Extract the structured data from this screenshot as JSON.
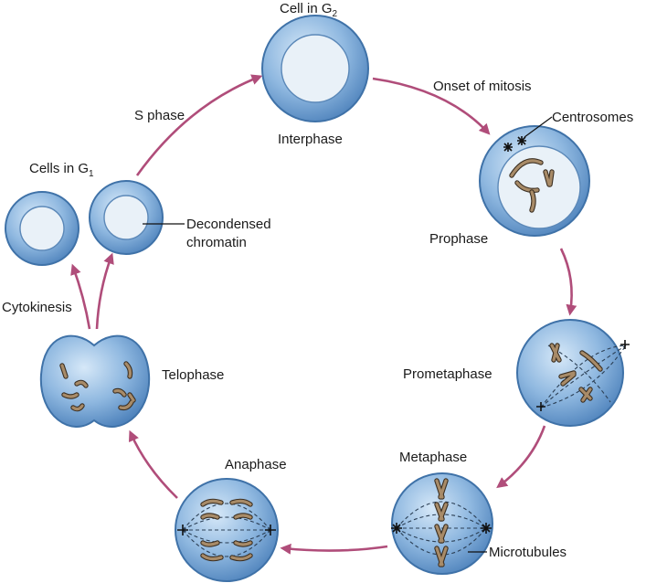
{
  "labels": {
    "cell_in_g2": "Cell in G",
    "cell_in_g2_sub": "2",
    "interphase": "Interphase",
    "onset_of_mitosis": "Onset of mitosis",
    "centrosomes": "Centrosomes",
    "prophase": "Prophase",
    "prometaphase": "Prometaphase",
    "metaphase": "Metaphase",
    "microtubules": "Microtubules",
    "anaphase": "Anaphase",
    "telophase": "Telophase",
    "cytokinesis": "Cytokinesis",
    "cells_in_g1": "Cells in G",
    "cells_in_g1_sub": "1",
    "decondensed_chromatin_line1": "Decondensed",
    "decondensed_chromatin_line2": "chromatin",
    "s_phase": "S phase"
  },
  "colors": {
    "arrow": "#b04d7a",
    "cell_fill": "#8fb8e0",
    "cell_edge": "#3f72a8",
    "chromosome": "#3b2f22"
  }
}
